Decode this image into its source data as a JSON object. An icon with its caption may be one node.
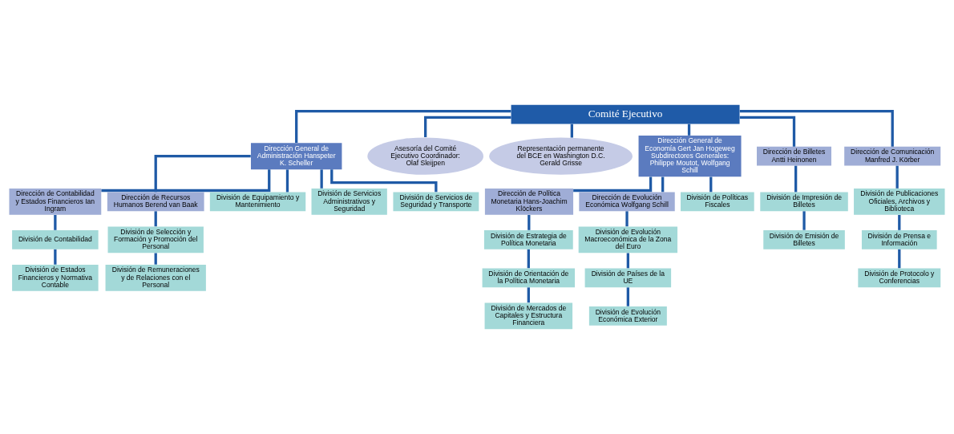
{
  "diagram": {
    "nodes": [
      {
        "text": [
          "Comité Ejecutivo"
        ]
      },
      {
        "text": [
          "Dirección General de Administración Hanspeter K. Scheller"
        ]
      },
      {
        "text": [
          "Asesoría del Comité Ejecutivo Coordinador: Olaf Sleijpen"
        ]
      },
      {
        "text": [
          "Representación permanente del BCE en Washington D.C. Gerald Grisse"
        ]
      },
      {
        "text": [
          "Dirección General de Economía Gert Jan Hogeweg Subdirectores Generales: Philippe Moutot, Wolfgang Schill"
        ]
      },
      {
        "text": [
          "Dirección de Contabilidad y Estados Financieros Ian Ingram"
        ]
      },
      {
        "text": [
          "Dirección de Recursos Humanos Berend van Baak"
        ]
      },
      {
        "text": [
          "Dirección de Billetes Antti Heinonen"
        ]
      },
      {
        "text": [
          "Dirección de Comunicación Manfred J. Körber"
        ]
      },
      {
        "text": [
          "Dirección de Política Monetaria Hans-Joachim Klöckers"
        ]
      },
      {
        "text": [
          "Dirección de Evolución Económica Wolfgang Schill"
        ]
      },
      {
        "text": [
          "División de Contabilidad"
        ]
      },
      {
        "text": [
          "División de Estados Financieros y Normativa Contable"
        ]
      },
      {
        "text": [
          "División de Equipamiento y Mantenimiento"
        ]
      },
      {
        "text": [
          "División de Selección y Formación y Promoción del Personal"
        ]
      },
      {
        "text": [
          "División de Remuneraciones y de Relaciones con el Personal"
        ]
      },
      {
        "text": [
          "División de Servicios Administrativos y Seguridad"
        ]
      },
      {
        "text": [
          "División de Servicios de Seguridad y Transporte"
        ]
      },
      {
        "text": [
          "División de Impresión de Billetes"
        ]
      },
      {
        "text": [
          "División de Emisión de Billetes"
        ]
      },
      {
        "text": [
          "División de Publicaciones Oficiales, Archivos y Biblioteca"
        ]
      },
      {
        "text": [
          "División de Prensa e Información"
        ]
      },
      {
        "text": [
          "División de Protocolo y Conferencias"
        ]
      },
      {
        "text": [
          "División de Estrategia de Política Monetaria"
        ]
      },
      {
        "text": [
          "División de Orientación de la Política Monetaria"
        ]
      },
      {
        "text": [
          "División de Mercados de Capitales y Estructura Financiera"
        ]
      },
      {
        "text": [
          "División de Evolución Macroeconómica de la Zona del Euro"
        ]
      },
      {
        "text": [
          "División de Países de la UE"
        ]
      },
      {
        "text": [
          "División de Evolución Económica Exterior"
        ]
      },
      {
        "text": [
          "División de Políticas Fiscales"
        ]
      }
    ],
    "edges": [
      {
        "from": 0,
        "to": 1,
        "arrow": "none"
      },
      {
        "from": 0,
        "to": 2,
        "arrow": "none"
      },
      {
        "from": 0,
        "to": 3,
        "arrow": "none"
      },
      {
        "from": 0,
        "to": 4,
        "arrow": "none"
      },
      {
        "from": 0,
        "to": 7,
        "arrow": "none"
      },
      {
        "from": 0,
        "to": 8,
        "arrow": "none"
      },
      {
        "from": 1,
        "to": 5,
        "arrow": "none"
      },
      {
        "from": 1,
        "to": 6,
        "arrow": "none"
      },
      {
        "from": 1,
        "to": 13,
        "arrow": "none"
      },
      {
        "from": 1,
        "to": 16,
        "arrow": "none"
      },
      {
        "from": 1,
        "to": 17,
        "arrow": "none"
      },
      {
        "from": 5,
        "to": 11,
        "arrow": "none"
      },
      {
        "from": 11,
        "to": 12,
        "arrow": "none"
      },
      {
        "from": 6,
        "to": 14,
        "arrow": "none"
      },
      {
        "from": 14,
        "to": 15,
        "arrow": "none"
      },
      {
        "from": 7,
        "to": 18,
        "arrow": "none"
      },
      {
        "from": 18,
        "to": 19,
        "arrow": "none"
      },
      {
        "from": 8,
        "to": 20,
        "arrow": "none"
      },
      {
        "from": 20,
        "to": 21,
        "arrow": "none"
      },
      {
        "from": 21,
        "to": 22,
        "arrow": "none"
      },
      {
        "from": 4,
        "to": 9,
        "arrow": "none"
      },
      {
        "from": 4,
        "to": 10,
        "arrow": "none"
      },
      {
        "from": 4,
        "to": 29,
        "arrow": "none"
      },
      {
        "from": 9,
        "to": 23,
        "arrow": "none"
      },
      {
        "from": 23,
        "to": 24,
        "arrow": "none"
      },
      {
        "from": 24,
        "to": 25,
        "arrow": "none"
      },
      {
        "from": 10,
        "to": 26,
        "arrow": "none"
      },
      {
        "from": 26,
        "to": 27,
        "arrow": "none"
      },
      {
        "from": 27,
        "to": 28,
        "arrow": "none"
      }
    ]
  }
}
